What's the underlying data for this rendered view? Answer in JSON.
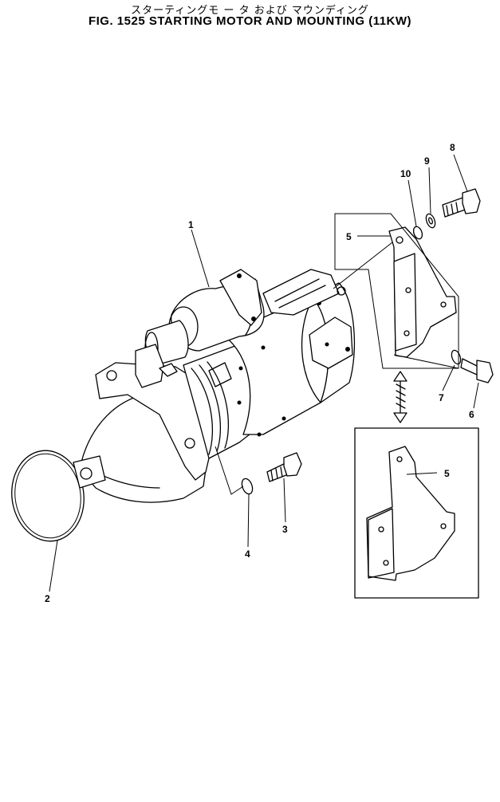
{
  "title": {
    "japanese": "スターティングモ ー タ および マウンディング",
    "english": "FIG. 1525  STARTING MOTOR AND MOUNTING (11KW)"
  },
  "callouts": [
    {
      "id": "1",
      "label": "1"
    },
    {
      "id": "2",
      "label": "2"
    },
    {
      "id": "3",
      "label": "3"
    },
    {
      "id": "4",
      "label": "4"
    },
    {
      "id": "5a",
      "label": "5"
    },
    {
      "id": "5b",
      "label": "5"
    },
    {
      "id": "6",
      "label": "6"
    },
    {
      "id": "7",
      "label": "7"
    },
    {
      "id": "8",
      "label": "8"
    },
    {
      "id": "9",
      "label": "9"
    },
    {
      "id": "10",
      "label": "10"
    }
  ]
}
